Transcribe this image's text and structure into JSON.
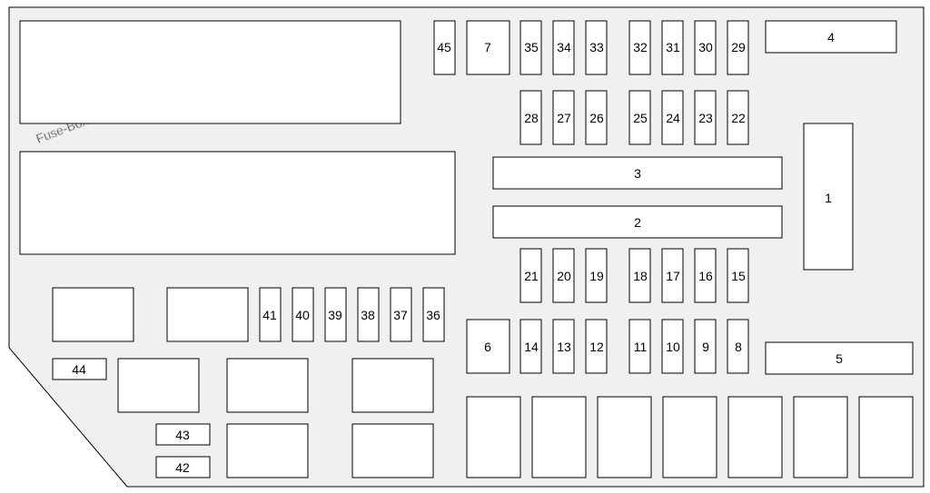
{
  "watermark": "Fuse-Box.inFo",
  "colors": {
    "panel": "#f0f0f0",
    "box": "#ffffff",
    "stroke": "#000000",
    "watermark": "#d0d0d0"
  },
  "fuse_labels": {
    "f1": "1",
    "f2": "2",
    "f3": "3",
    "f4": "4",
    "f5": "5",
    "f6": "6",
    "f7": "7",
    "f8": "8",
    "f9": "9",
    "f10": "10",
    "f11": "11",
    "f12": "12",
    "f13": "13",
    "f14": "14",
    "f15": "15",
    "f16": "16",
    "f17": "17",
    "f18": "18",
    "f19": "19",
    "f20": "20",
    "f21": "21",
    "f22": "22",
    "f23": "23",
    "f24": "24",
    "f25": "25",
    "f26": "26",
    "f27": "27",
    "f28": "28",
    "f29": "29",
    "f30": "30",
    "f31": "31",
    "f32": "32",
    "f33": "33",
    "f34": "34",
    "f35": "35",
    "f36": "36",
    "f37": "37",
    "f38": "38",
    "f39": "39",
    "f40": "40",
    "f41": "41",
    "f42": "42",
    "f43": "43",
    "f44": "44",
    "f45": "45"
  }
}
